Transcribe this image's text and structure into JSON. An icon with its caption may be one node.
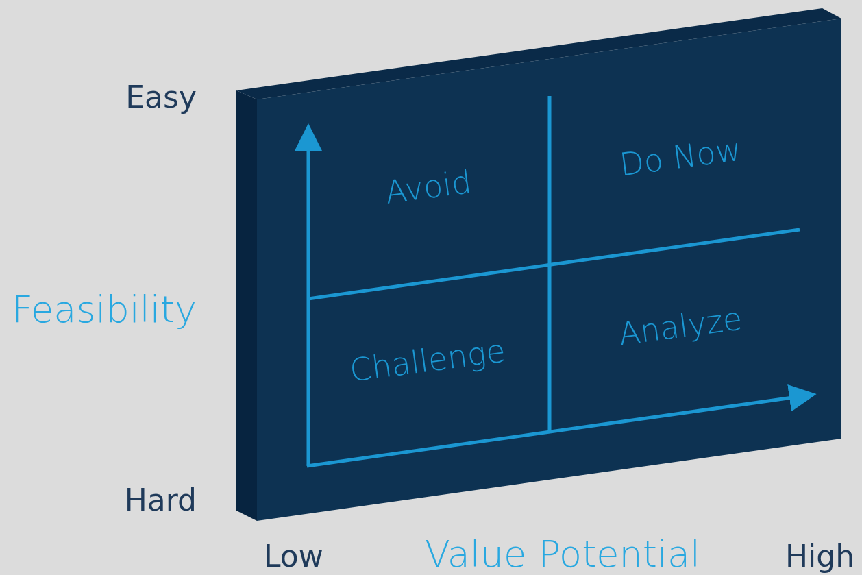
{
  "diagram": {
    "nodes": [
      {
        "text": [],
        "shape": "box"
      },
      {
        "text": [
          "Avoid"
        ],
        "in": 0
      },
      {
        "text": [
          "Do Now"
        ],
        "in": 0
      },
      {
        "text": [
          "Challenge"
        ],
        "in": 0
      },
      {
        "text": [
          "Analyze"
        ],
        "in": 0
      }
    ],
    "labels": [
      "Easy",
      "Feasibility",
      "Hard",
      "Low",
      "Value Potential",
      "High"
    ]
  }
}
